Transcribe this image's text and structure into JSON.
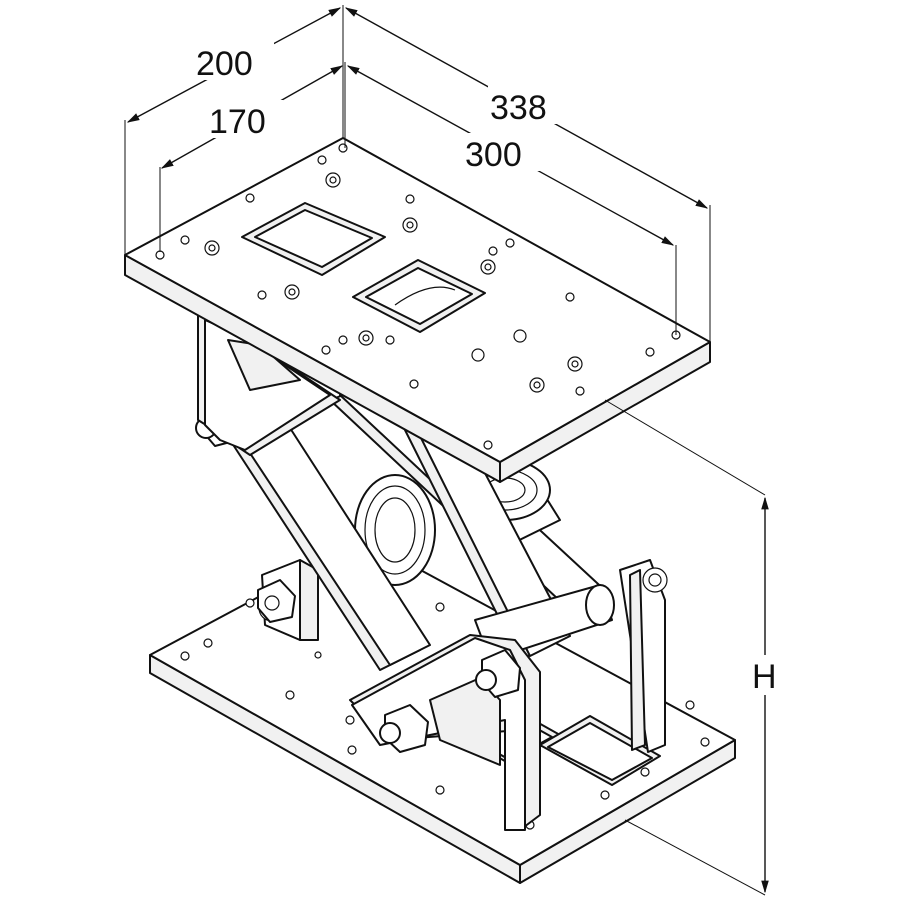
{
  "dimensions": {
    "depth_outer": "200",
    "depth_inner": "170",
    "length_outer": "338",
    "length_inner": "300",
    "height": "H"
  }
}
